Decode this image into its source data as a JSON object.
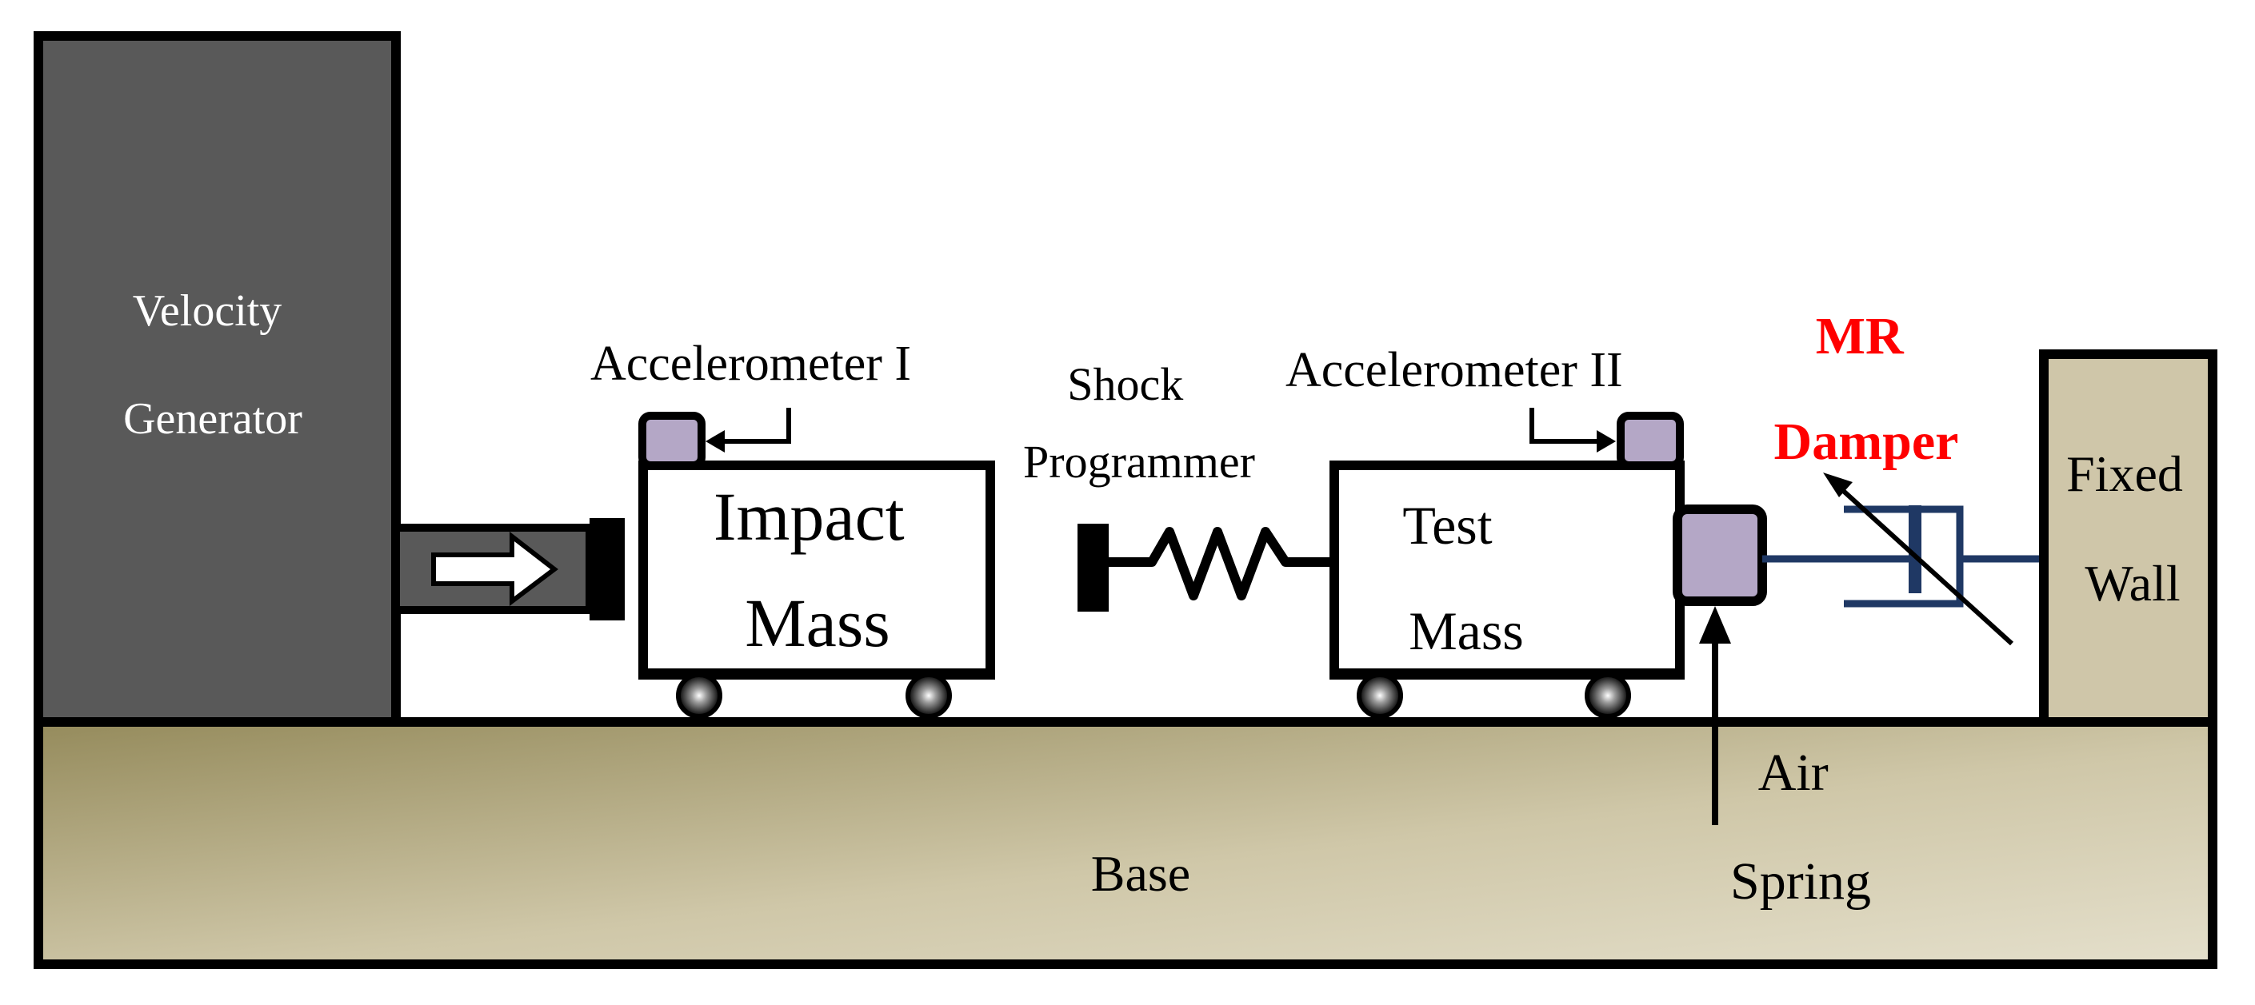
{
  "labels": {
    "velocity_generator": [
      "Velocity",
      "Generator"
    ],
    "accelerometer_1": "Accelerometer I",
    "impact_mass": [
      "Impact",
      "Mass"
    ],
    "shock_programmer": [
      "Shock",
      "Programmer"
    ],
    "accelerometer_2": "Accelerometer II",
    "test_mass": [
      "Test",
      "Mass"
    ],
    "mr_damper": [
      "MR",
      "Damper"
    ],
    "fixed_wall": [
      "Fixed",
      "Wall"
    ],
    "air_spring": [
      "Air",
      "Spring"
    ],
    "base": "Base"
  },
  "colors": {
    "outline": "#000000",
    "velocity_generator": "#595959",
    "base_gradient_start": "#958b5c",
    "base_gradient_end": "#e2dcc7",
    "fixed_wall": "#cfc6a9",
    "accelerometer": "#b4a7c6",
    "damper": "#1f3864",
    "mr_label": "#ff0000",
    "white_text": "#ffffff"
  }
}
